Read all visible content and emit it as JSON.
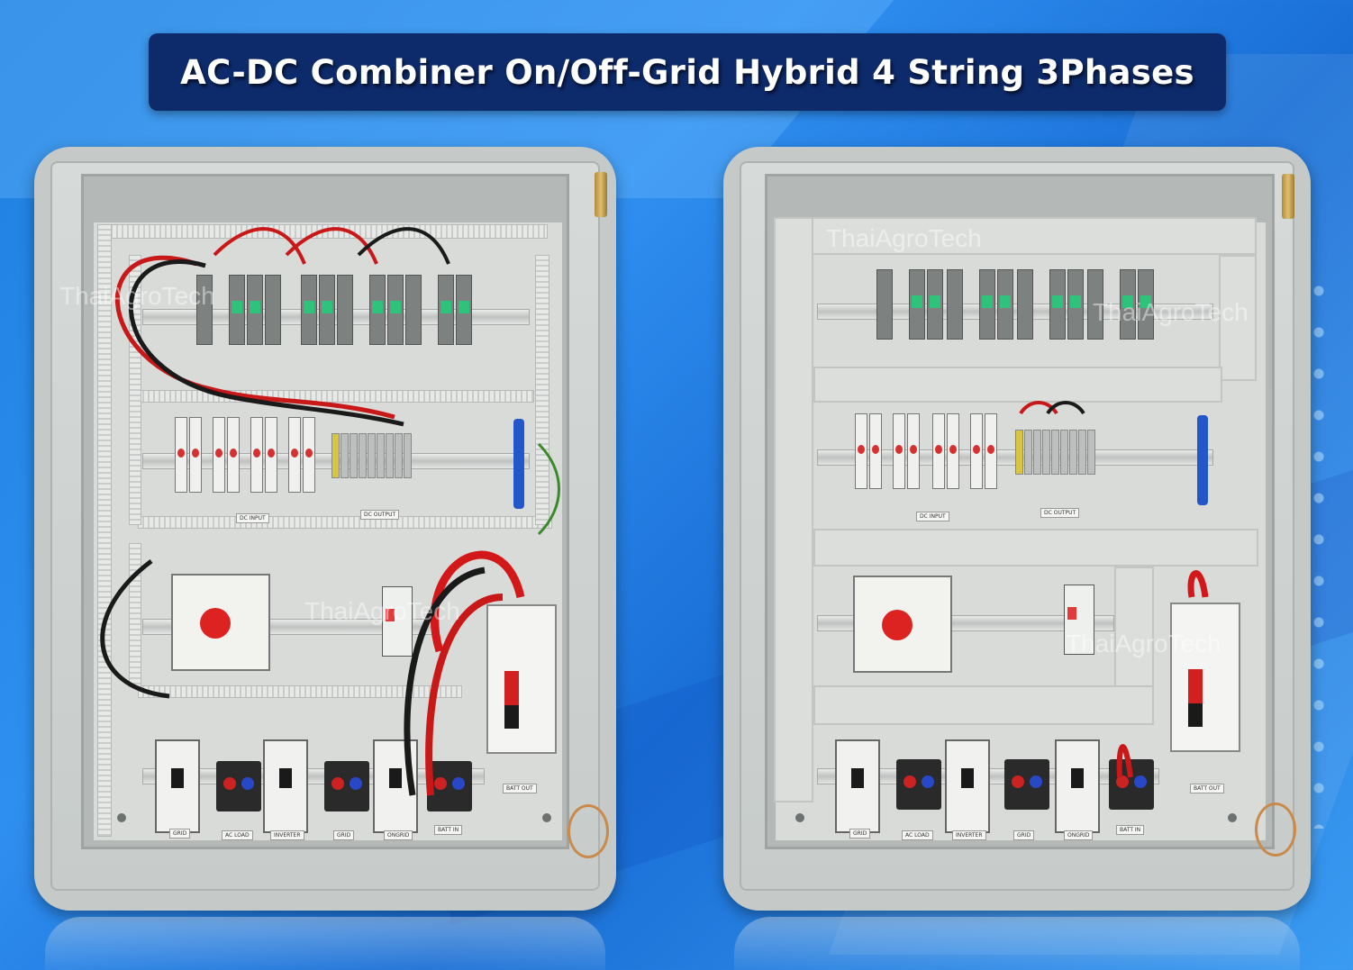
{
  "title": "AC-DC Combiner On/Off-Grid Hybrid 4 String 3Phases",
  "watermark": "ThaiAgroTech",
  "left_photo": {
    "labels": {
      "dc_input": "DC INPUT",
      "dc_output": "DC OUTPUT",
      "batt_out": "BATT OUT",
      "batt_in": "BATT IN",
      "grid": "GRID",
      "ac_load": "AC LOAD",
      "inverter": "INVERTER",
      "grid2": "GRID",
      "ongrid": "ONGRID"
    }
  },
  "right_photo": {
    "labels": {
      "dc_input": "DC INPUT",
      "dc_output": "DC OUTPUT",
      "batt_out": "BATT OUT",
      "batt_in": "BATT IN",
      "grid": "GRID",
      "ac_load": "AC LOAD",
      "inverter": "INVERTER",
      "grid2": "GRID",
      "ongrid": "ONGRID"
    }
  },
  "colors": {
    "title_bg": "#0d2a6b",
    "title_text": "#ffffff",
    "background": "#1e7fe0"
  }
}
